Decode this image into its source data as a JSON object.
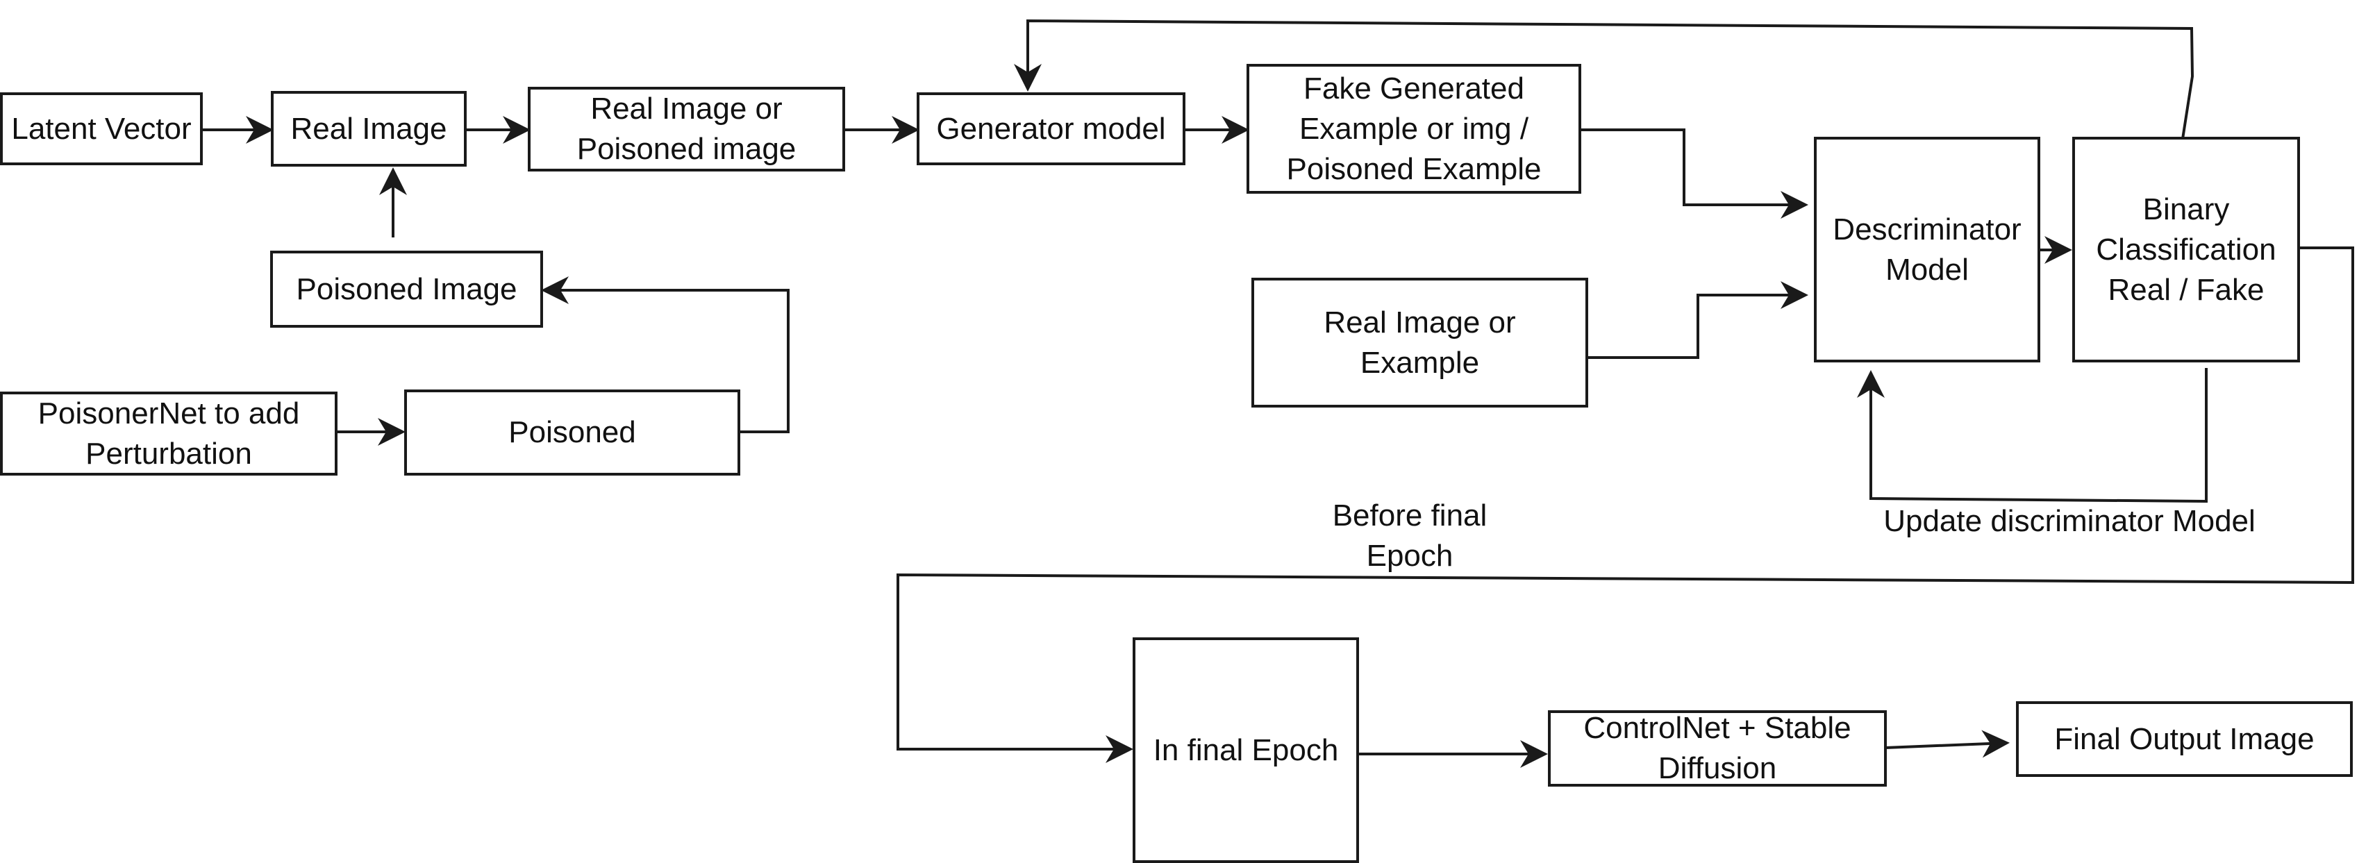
{
  "nodes": {
    "latent_vector": "Latent Vector",
    "real_image": "Real Image",
    "real_or_poisoned": "Real Image or\nPoisoned image",
    "generator": "Generator model",
    "fake_generated": "Fake Generated\nExample or img /\nPoisoned Example",
    "real_example": "Real Image  or\nExample",
    "discriminator": "Descriminator\nModel",
    "binary_classification": "Binary\nClassification\nReal / Fake",
    "poisoned_image": "Poisoned Image",
    "poisonernet": "PoisonerNet to add\nPerturbation",
    "poisoned": "Poisoned",
    "final_epoch": "In final Epoch",
    "controlnet": "ControlNet + Stable\nDiffusion",
    "final_output": "Final Output Image"
  },
  "edge_labels": {
    "update_discriminator": "Update discriminator Model",
    "before_final_epoch": "Before final\nEpoch"
  }
}
